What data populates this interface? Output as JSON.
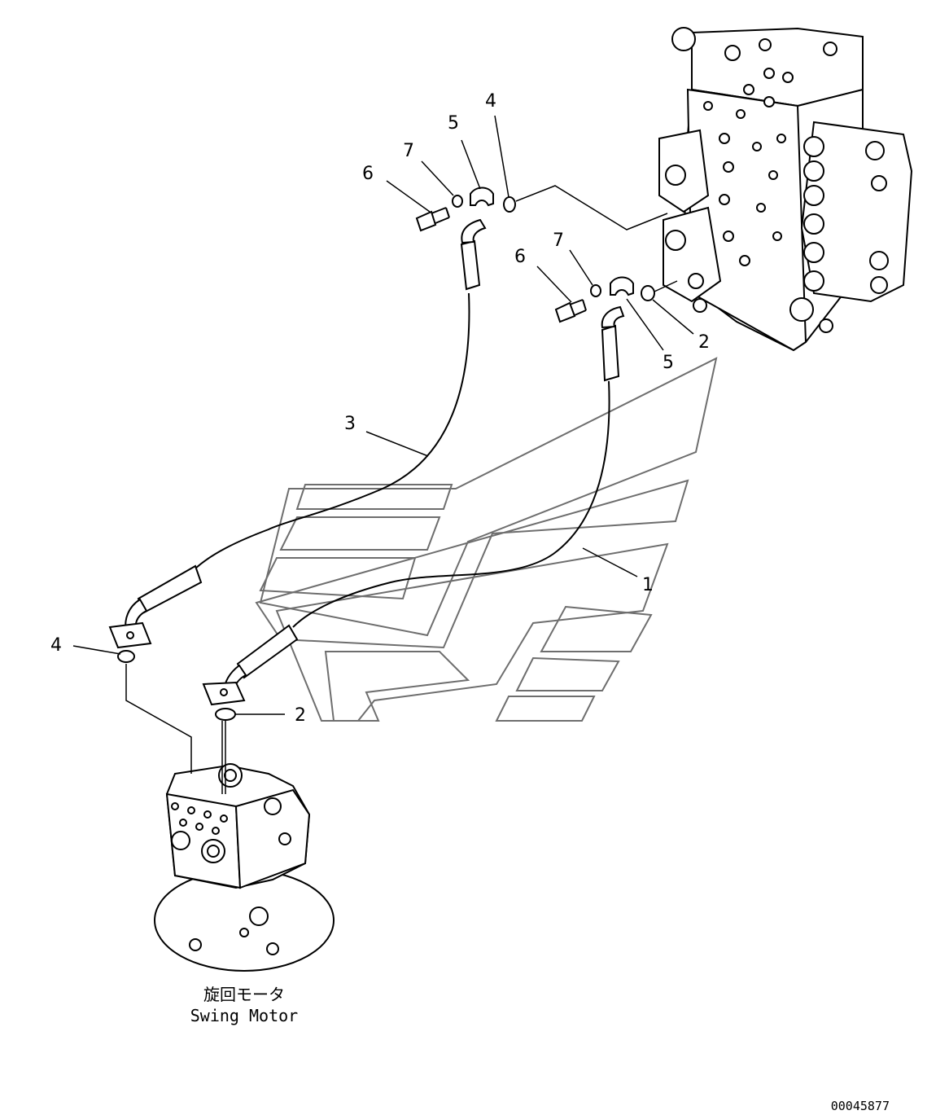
{
  "callouts": {
    "hose_1": "1",
    "oring_2_valve": "2",
    "oring_2_motor": "2",
    "hose_3": "3",
    "oring_4_valve": "4",
    "oring_4_motor": "4",
    "clamp_5_upper": "5",
    "clamp_5_lower": "5",
    "bolt_6_upper": "6",
    "bolt_6_lower": "6",
    "washer_7_upper": "7",
    "washer_7_lower": "7"
  },
  "component_label": {
    "japanese": "旋回モータ",
    "english": "Swing Motor"
  },
  "document_number": "00045877"
}
